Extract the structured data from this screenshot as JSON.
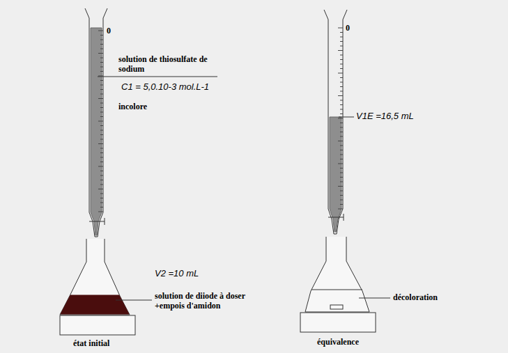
{
  "diagram": {
    "labels": [
      "0",
      "solution de thiosulfate de sodium",
      "C1 = 5,0.10-3 mol.L-1",
      "incolore",
      "V2 =10 mL",
      "solution de diiode à doser +empois d'amidon",
      "état initial",
      "0",
      "V1E =16,5 mL",
      "décoloration",
      "équivalence"
    ]
  }
}
